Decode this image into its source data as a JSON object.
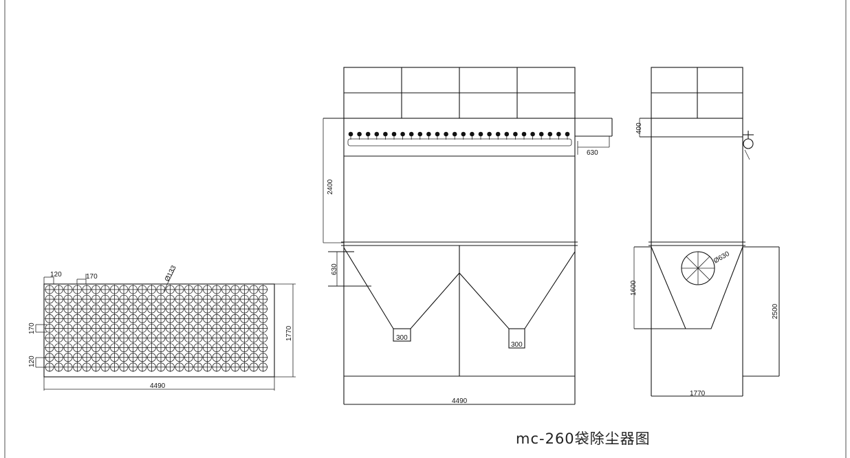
{
  "title": "mc-260袋除尘器图",
  "plan_view": {
    "dim_edge_x": "120",
    "dim_pitch_x": "170",
    "dim_bag_diameter": "Ø133",
    "dim_pitch_y": "170",
    "dim_edge_y": "120",
    "dim_width": "4490",
    "dim_depth": "1770"
  },
  "front_view": {
    "dim_upper_height": "2400",
    "dim_inlet": "630",
    "dim_outlet": "630",
    "dim_hopper_left": "300",
    "dim_hopper_right": "300",
    "dim_width": "4490"
  },
  "side_view": {
    "dim_header": "400",
    "dim_outlet": "Ø630",
    "dim_hopper": "1600",
    "dim_lower": "2500",
    "dim_width": "1770"
  }
}
